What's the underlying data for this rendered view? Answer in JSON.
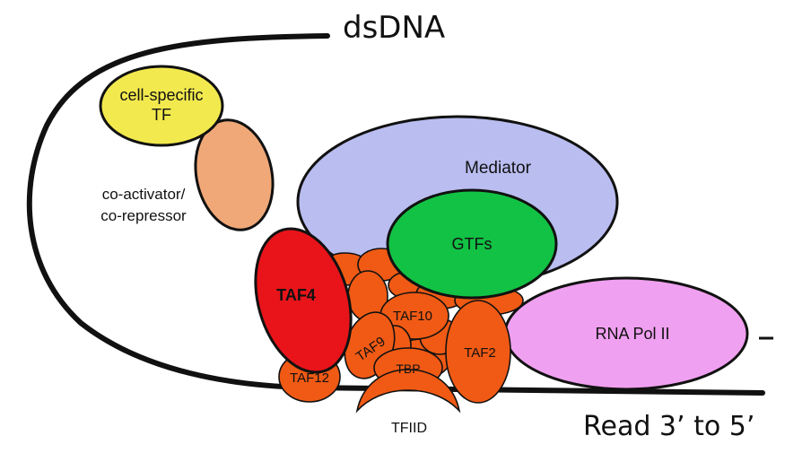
{
  "labels": {
    "dsdna": "dsDNA",
    "cell_specific_tf_line1": "cell-specific",
    "cell_specific_tf_line2": "TF",
    "coactivator_line1": "co-activator/",
    "coactivator_line2": "co-repressor",
    "mediator": "Mediator",
    "gtfs": "GTFs",
    "taf4": "TAF4",
    "taf10": "TAF10",
    "taf9": "TAF9",
    "taf2": "TAF2",
    "taf12": "TAF12",
    "tbp": "TBP",
    "tfiid": "TFIID",
    "rna_pol_ii": "RNA Pol II",
    "read_direction": "Read 3’ to 5’",
    "dash": "–"
  },
  "colors": {
    "dna": "#111111",
    "cell_specific_tf": "#f2e94e",
    "coactivator": "#f0a878",
    "mediator": "#b9bdf0",
    "gtfs": "#12c244",
    "taf4": "#e8141a",
    "tfiid_subunits": "#f05a14",
    "rna_pol_ii": "#f0a0f0",
    "outline": "#111111"
  }
}
